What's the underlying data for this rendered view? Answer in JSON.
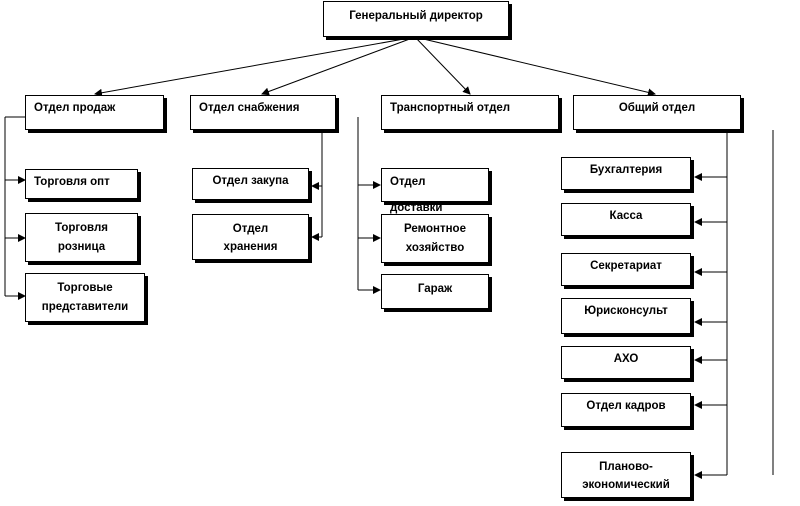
{
  "nodes": {
    "director": "Генеральный директор",
    "sales": "Отдел продаж",
    "supply": "Отдел снабжения",
    "transport": "Транспортный отдел",
    "general": "Общий отдел",
    "wholesale": "Торговля опт",
    "retail": "Торговля\nрозница",
    "reps": "Торговые\nпредставители",
    "purchase": "Отдел закупа",
    "storage": "Отдел\nхранения",
    "delivery": "Отдел доставки",
    "repair": "Ремонтное\nхозяйство",
    "garage": "Гараж",
    "accounting": "Бухгалтерия",
    "cashdesk": "Касса",
    "secretariat": "Секретариат",
    "legal": "Юрисконсульт",
    "aho": "АХО",
    "hr": "Отдел кадров",
    "planning": "Планово-\nэкономический"
  },
  "edges": [
    [
      "director",
      "sales"
    ],
    [
      "director",
      "supply"
    ],
    [
      "director",
      "transport"
    ],
    [
      "director",
      "general"
    ],
    [
      "sales",
      "wholesale"
    ],
    [
      "sales",
      "retail"
    ],
    [
      "sales",
      "reps"
    ],
    [
      "supply",
      "purchase"
    ],
    [
      "supply",
      "storage"
    ],
    [
      "transport",
      "delivery"
    ],
    [
      "transport",
      "repair"
    ],
    [
      "transport",
      "garage"
    ],
    [
      "general",
      "accounting"
    ],
    [
      "general",
      "cashdesk"
    ],
    [
      "general",
      "secretariat"
    ],
    [
      "general",
      "legal"
    ],
    [
      "general",
      "aho"
    ],
    [
      "general",
      "hr"
    ],
    [
      "general",
      "planning"
    ]
  ]
}
